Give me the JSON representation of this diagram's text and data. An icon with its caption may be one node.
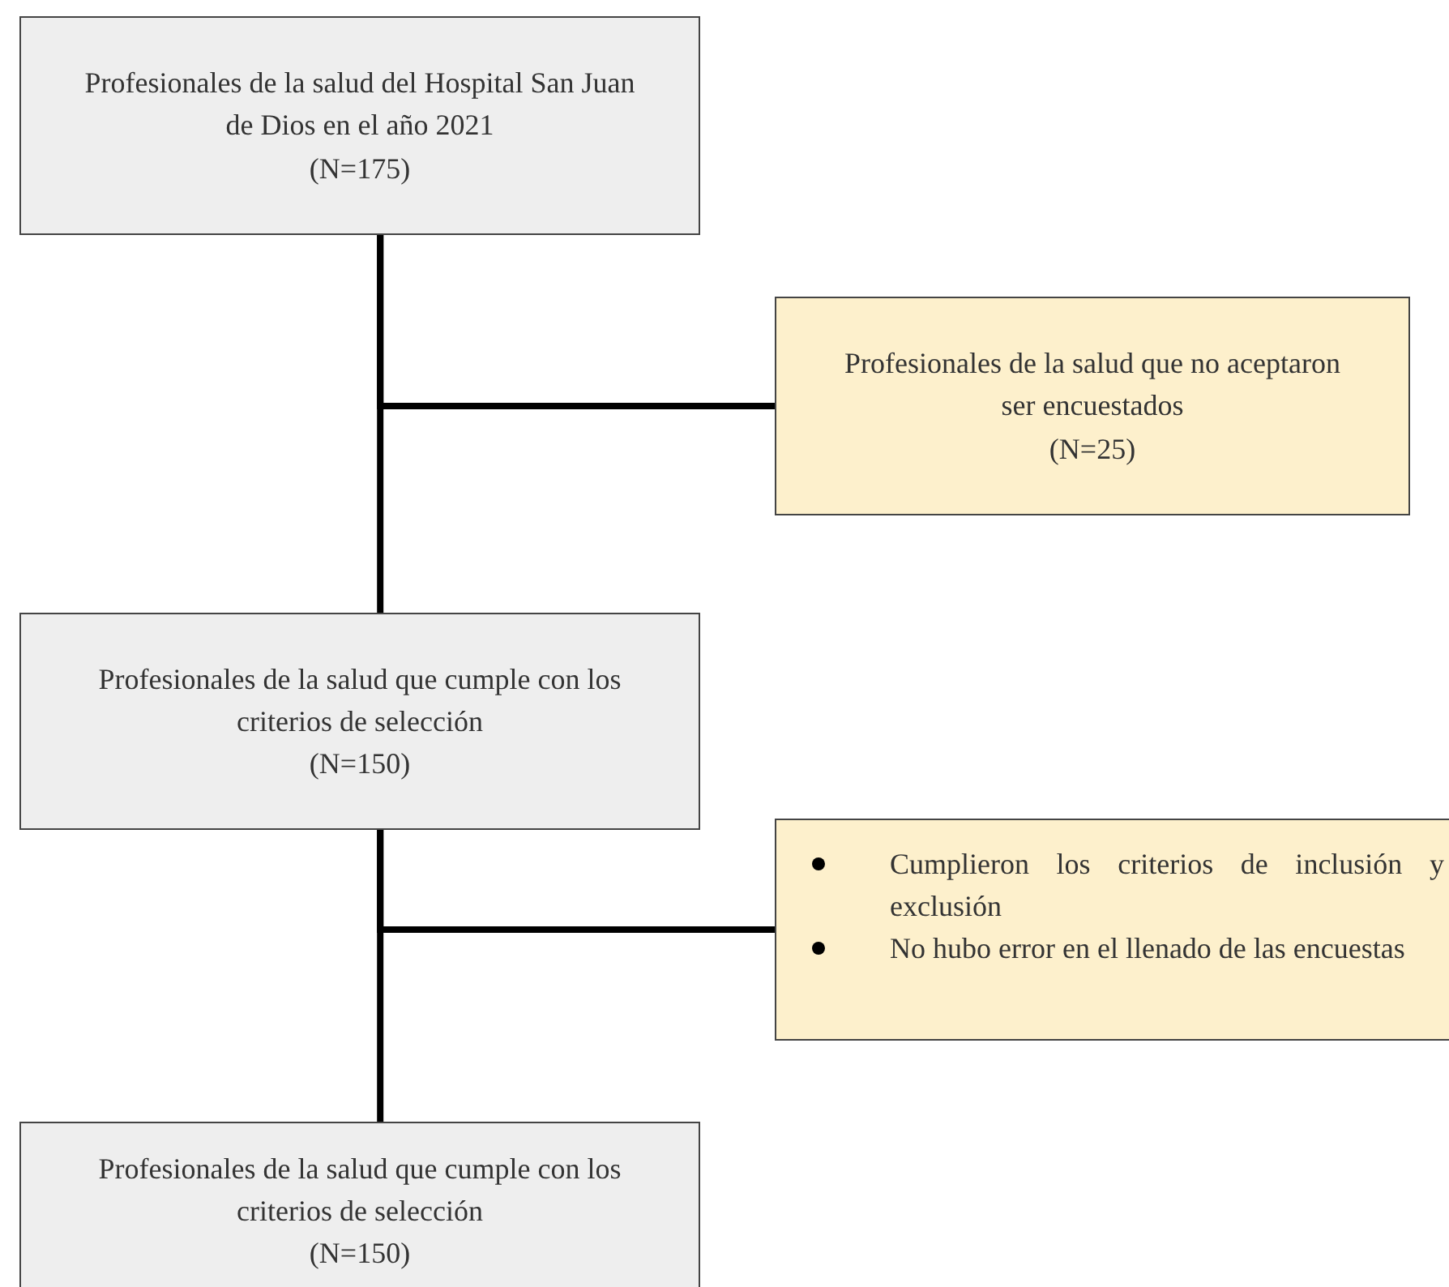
{
  "diagram": {
    "nodes": [
      {
        "text": [
          "Profesionales de la salud del Hospital San Juan de Dios en el año 2021",
          "(N=175)"
        ]
      },
      {
        "text": [
          "Profesionales de la salud que no aceptaron ser encuestados",
          "(N=25)"
        ]
      },
      {
        "text": [
          "Profesionales de la salud que cumple con los criterios de selección",
          "(N=150)"
        ]
      },
      {
        "text": [
          "Cumplieron los criterios de inclusión y exclusión",
          "No hubo error en el llenado de las encuestas"
        ]
      },
      {
        "text": [
          "Profesionales de la salud que cumple con los criterios de selección",
          "(N=150)"
        ]
      }
    ],
    "edges": [
      {
        "from": 0,
        "to": 2,
        "arrow": "none"
      },
      {
        "from": 0,
        "to": 1,
        "arrow": "none"
      },
      {
        "from": 2,
        "to": 4,
        "arrow": "none"
      },
      {
        "from": 2,
        "to": 3,
        "arrow": "none"
      }
    ]
  }
}
